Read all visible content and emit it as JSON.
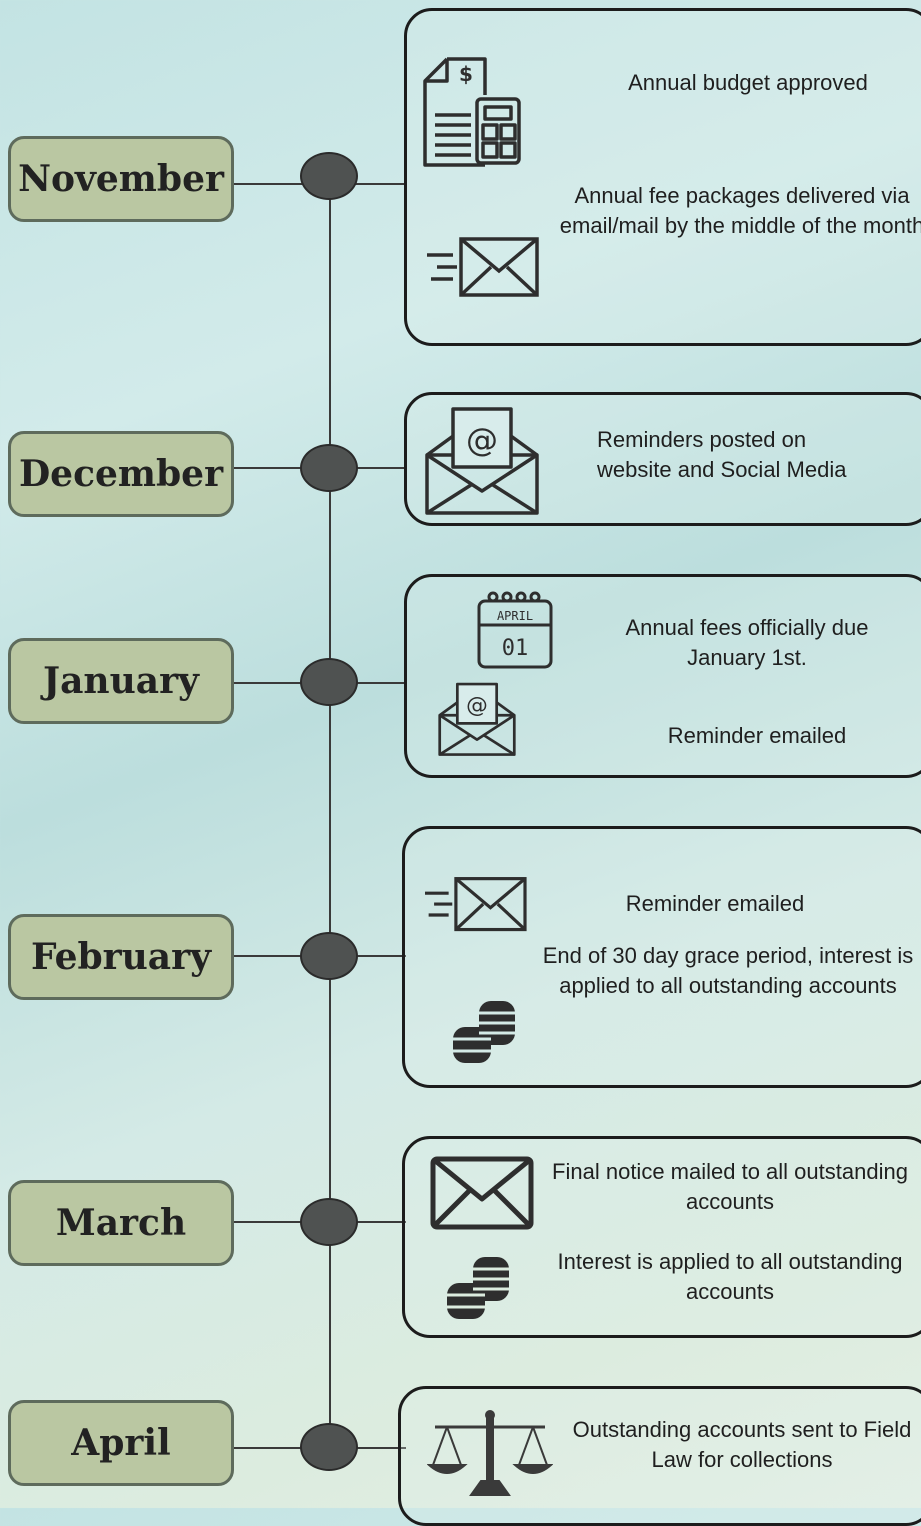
{
  "timeline": [
    {
      "month": "November",
      "icons": [
        "invoice-calculator-icon",
        "fast-mail-icon"
      ],
      "texts": [
        "Annual budget approved",
        "Annual fee packages delivered via email/mail by the middle of the month"
      ]
    },
    {
      "month": "December",
      "icons": [
        "email-at-envelope-icon"
      ],
      "texts": [
        "Reminders posted on website and Social Media"
      ]
    },
    {
      "month": "January",
      "icons": [
        "calendar-icon",
        "email-at-envelope-icon"
      ],
      "texts": [
        "Annual fees officially due January 1st.",
        "Reminder emailed"
      ],
      "calendar": {
        "month": "APRIL",
        "day": "01"
      }
    },
    {
      "month": "February",
      "icons": [
        "fast-mail-icon",
        "coins-icon"
      ],
      "texts": [
        "Reminder emailed",
        "End of 30 day grace period, interest is applied to all outstanding accounts"
      ]
    },
    {
      "month": "March",
      "icons": [
        "envelope-icon",
        "coins-icon"
      ],
      "texts": [
        "Final notice mailed to all outstanding accounts",
        "Interest is applied to all outstanding accounts"
      ]
    },
    {
      "month": "April",
      "icons": [
        "scales-of-justice-icon"
      ],
      "texts": [
        "Outstanding accounts sent to Field Law for collections"
      ]
    }
  ],
  "colors": {
    "month_fill": "#bac7a2",
    "month_border": "#5e6b5c",
    "node": "#4f5251",
    "line": "#3a3a3a",
    "icon": "#2e2e2e"
  }
}
